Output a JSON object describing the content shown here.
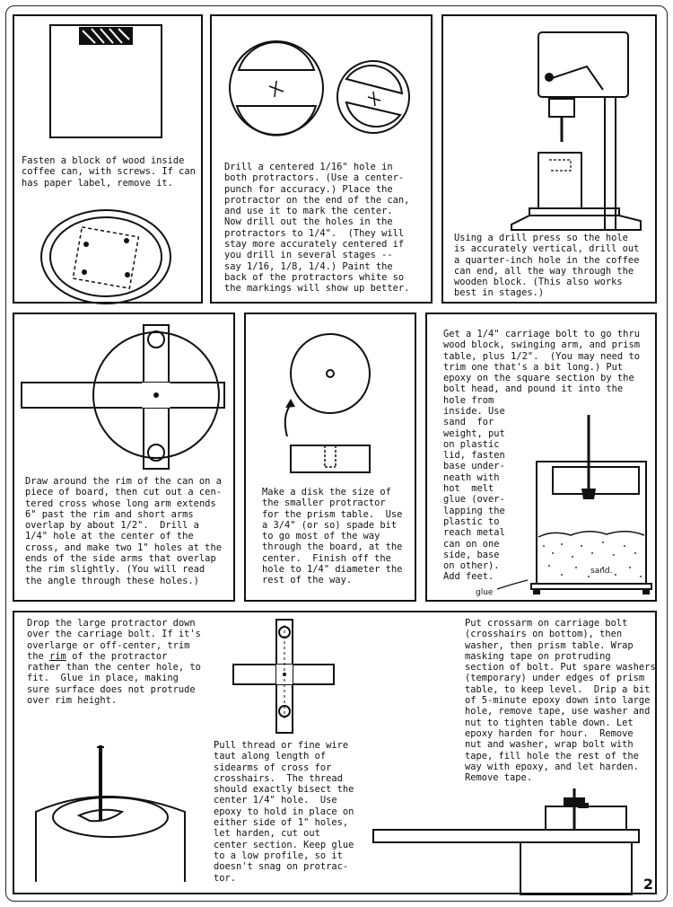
{
  "panels": {
    "p1": {
      "text": "Fasten a block of wood inside\ncoffee can, with screws. If can\nhas paper label, remove it."
    },
    "p2": {
      "text": "Drill a centered 1/16\" hole in\nboth protractors. (Use a center-\npunch for accuracy.) Place the\nprotractor on the end of the can,\nand use it to mark the center.\nNow drill out the holes in the\nprotractors to 1/4\".  (They will\nstay more accurately centered if\nyou drill in several stages --\nsay 1/16, 1/8, 1/4.) Paint the\nback of the protractors white so\nthe markings will show up better."
    },
    "p3": {
      "text": "Using a drill press so the hole\nis accurately vertical, drill out\na quarter-inch hole in the coffee\ncan end, all the way through the\nwooden block. (This also works\nbest in stages.)"
    },
    "p4": {
      "text": "Draw around the rim of the can on a\npiece of board, then cut out a cen-\ntered cross whose long arm extends\n6\" past the rim and short arms\noverlap by about 1/2\".  Drill a\n1/4\" hole at the center of the\ncross, and make two 1\" holes at the\nends of the side arms that overlap\nthe rim slightly. (You will read\nthe angle through these holes.)"
    },
    "p5": {
      "text": "Make a disk the size of\nthe smaller protractor\nfor the prism table.  Use\na 3/4\" (or so) spade bit\nto go most of the way\nthrough the board, at the\ncenter.  Finish off the\nhole to 1/4\" diameter the\nrest of the way."
    },
    "p6": {
      "text_top": "Get a 1/4\" carriage bolt to go thru\nwood block, swinging arm, and prism\ntable, plus 1/2\".  (You may need to\ntrim one that's a bit long.) Put\nepoxy on the square section by the\nbolt head, and pound it into the\nhole from",
      "text_side": "inside. Use\nsand  for\nweight, put\non plastic\nlid, fasten\nbase under-\nneath with\nhot  melt\nglue (over-\nlapping the\nplastic to\nreach metal\ncan on one\nside, base\non other).\nAdd feet.",
      "label_sand": "sand.",
      "label_glue": "glue"
    },
    "p7": {
      "text_left_pre": "Drop the large protractor down\nover the carriage bolt. If it's\noverlarge or off-center, trim\nthe ",
      "text_left_rim": "rim",
      "text_left_post": " of the protractor\nrather than the center hole, to\nfit.  Glue in place, making\nsure surface does not protrude\nover rim height.",
      "text_mid": "Pull thread or fine wire\ntaut along length of\nsidearms of cross for\ncrosshairs.  The thread\nshould exactly bisect the\ncenter 1/4\" hole.  Use\nepoxy to hold in place on\neither side of 1\" holes,\nlet harden, cut out\ncenter section. Keep glue\nto a low profile, so it\ndoesn't snag on protrac-\ntor.",
      "text_right": "Put crossarm on carriage bolt\n(crosshairs on bottom), then\nwasher, then prism table. Wrap\nmasking tape on protruding\nsection of bolt. Put spare washers\n(temporary) under edges of prism\ntable, to keep level.  Drip a bit\nof 5-minute epoxy down into large\nhole, remove tape, use washer and\nnut to tighten table down. Let\nepoxy harden for hour.  Remove\nnut and washer, wrap bolt with\ntape, fill hole the rest of the\nway with epoxy, and let harden.\nRemove tape."
    }
  },
  "page_number": "2"
}
